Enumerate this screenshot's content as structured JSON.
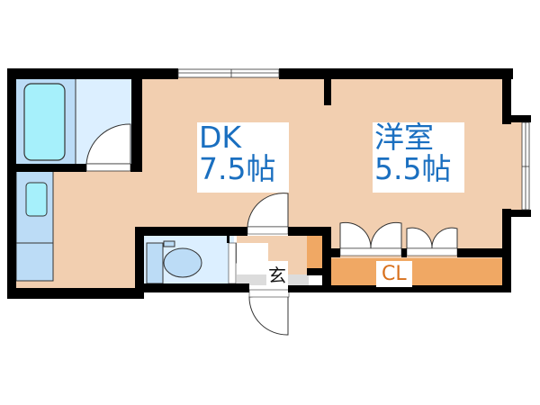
{
  "floor_plan": {
    "rooms": [
      {
        "id": "dk",
        "name": "DK",
        "size": "7.5帖"
      },
      {
        "id": "western_room",
        "name": "洋室",
        "size": "5.5帖"
      },
      {
        "id": "closet",
        "name": "CL"
      },
      {
        "id": "entrance",
        "name": "玄"
      }
    ],
    "colors": {
      "floor": "#f2cfb0",
      "wet_area": "#bcdcf6",
      "wet_area_light": "#dcefff",
      "fixture": "#a6f0fb",
      "closet": "#f0a864",
      "wall": "#000000",
      "label_blue": "#1a6fc0",
      "label_orange": "#d8701c",
      "entrance_floor": "#dcdcdc"
    }
  }
}
